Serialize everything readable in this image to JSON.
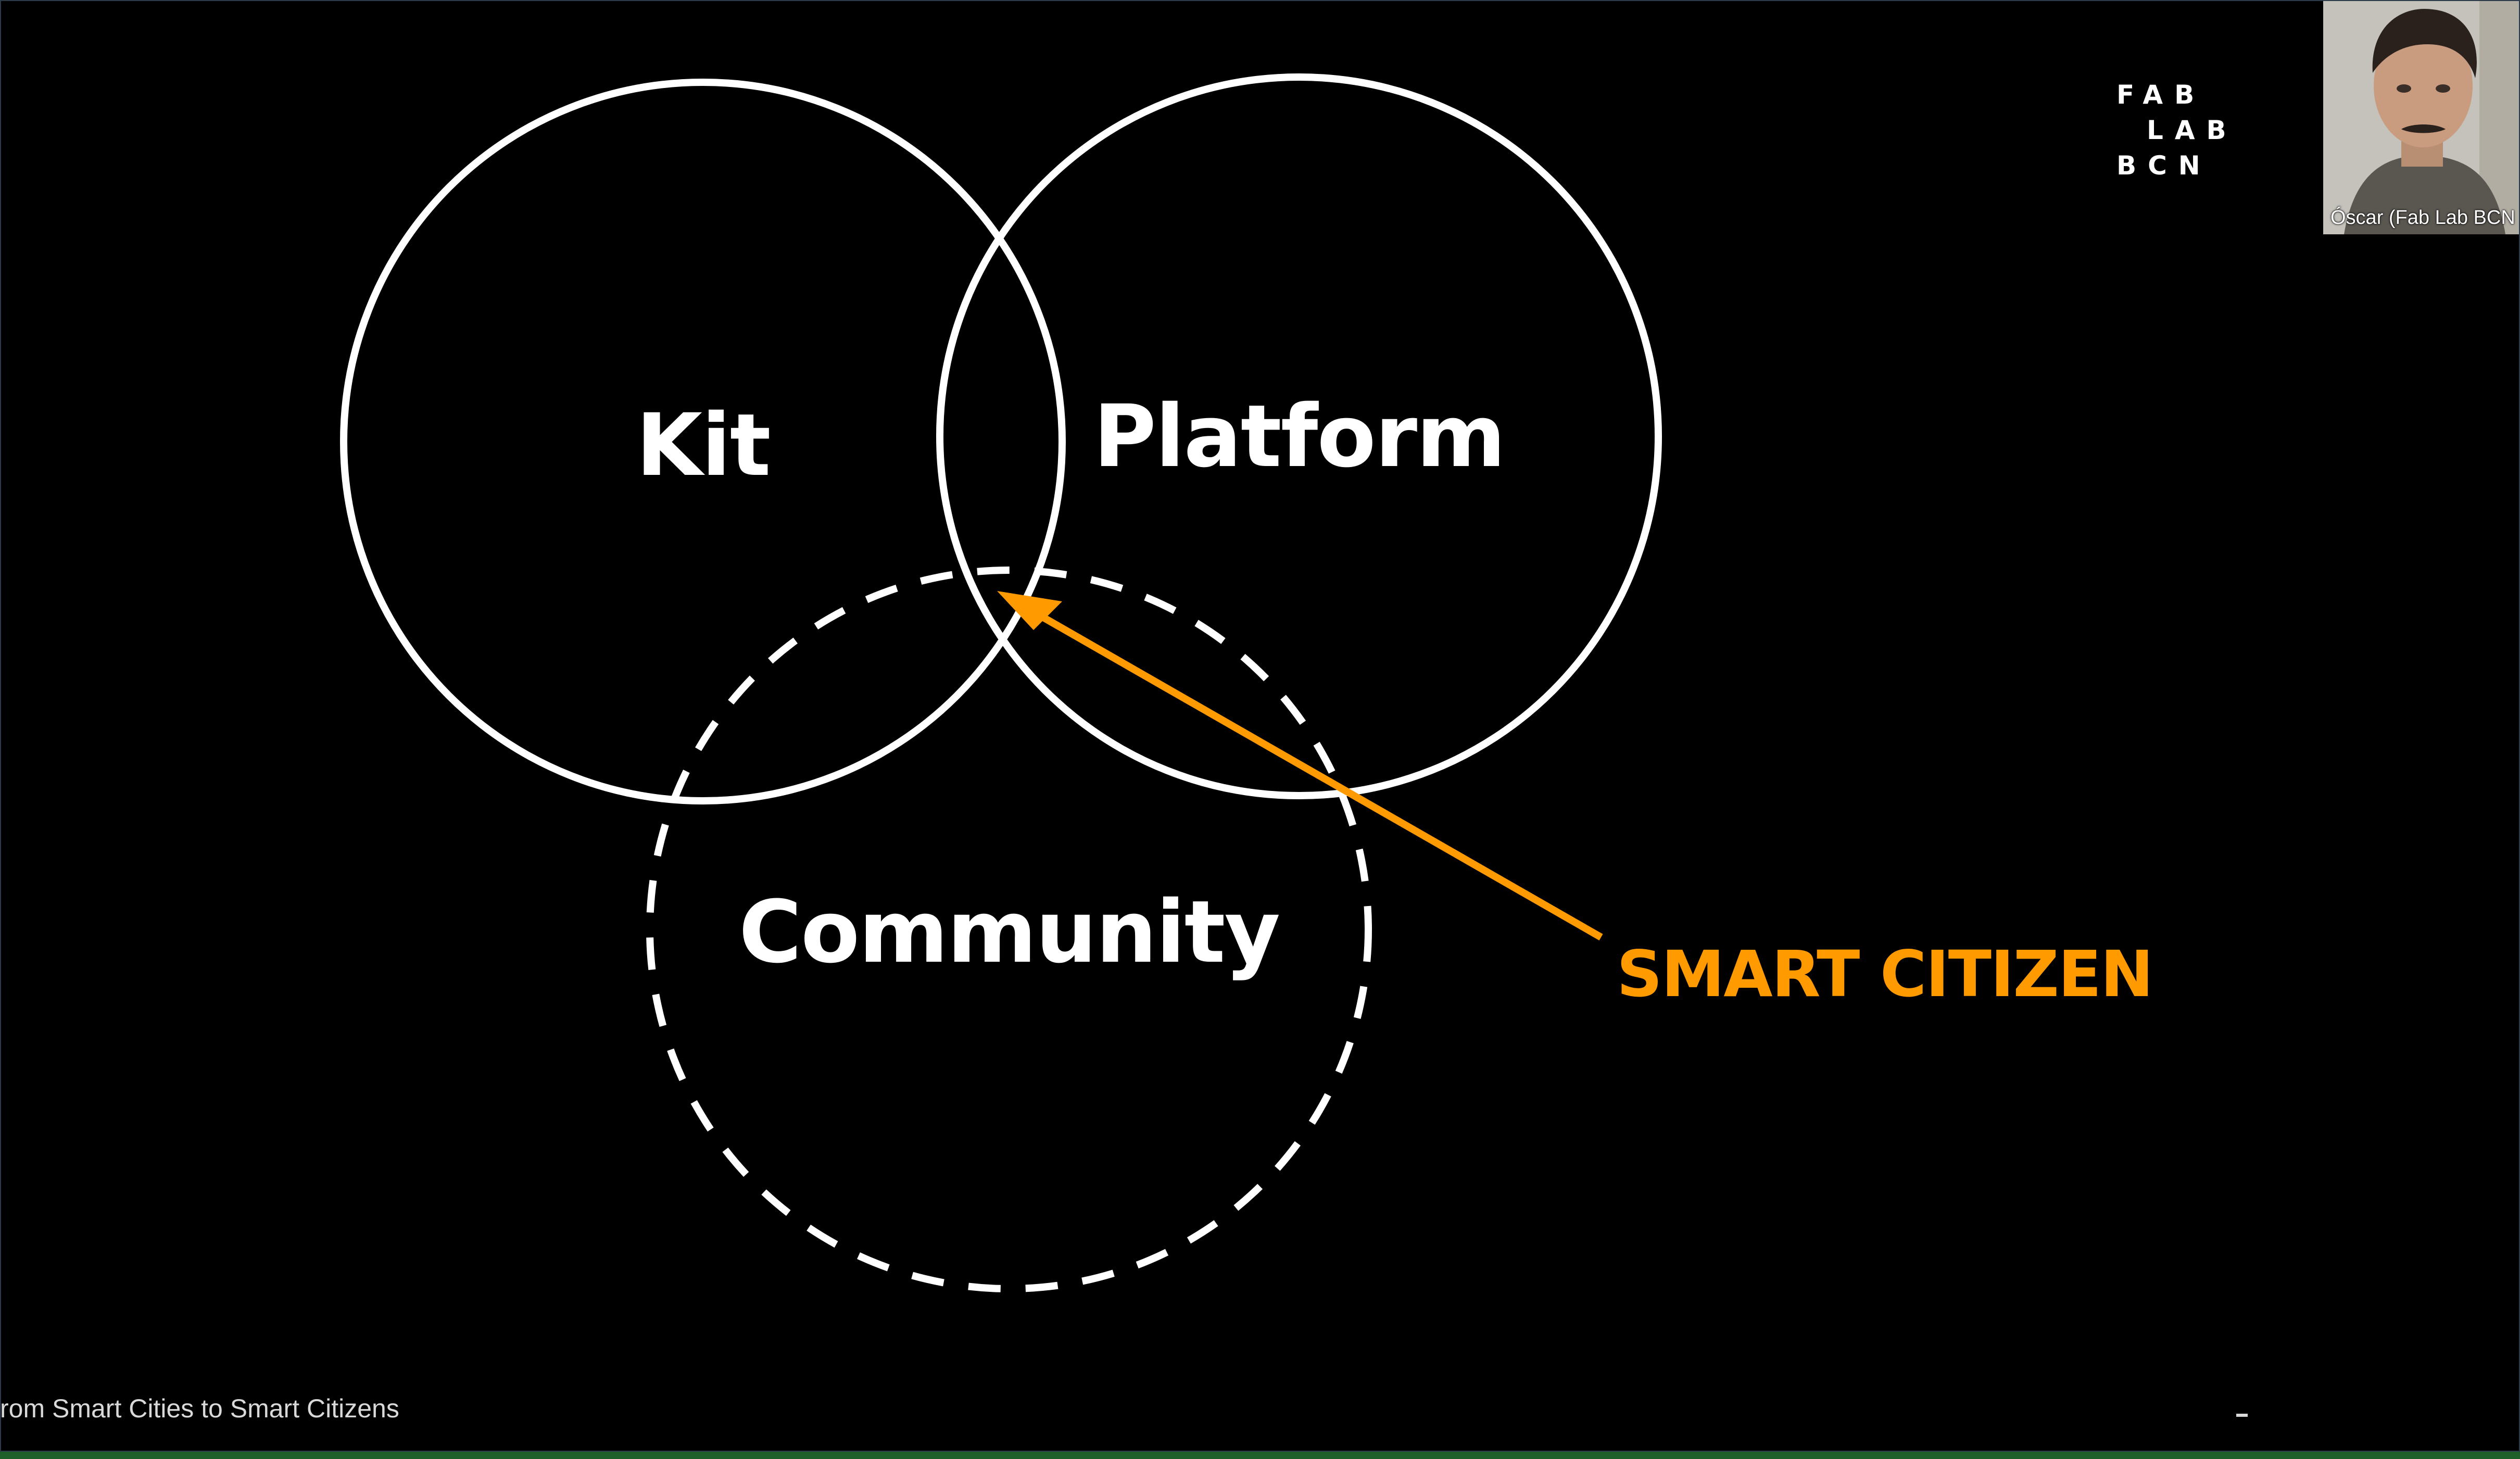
{
  "slide": {
    "circles": {
      "kit": "Kit",
      "platform": "Platform",
      "community": "Community"
    },
    "callout": "SMART CITIZEN",
    "logo": {
      "line1": "FAB",
      "line2": "LAB",
      "line3": "BCN"
    }
  },
  "webcam": {
    "name": "Óscar (Fab Lab BCN"
  },
  "caption": "rom Smart Cities to Smart Citizens",
  "colors": {
    "background": "#000000",
    "circle_stroke": "#ffffff",
    "accent": "#ff9a00",
    "bottom_bar": "#1f5f2a"
  }
}
